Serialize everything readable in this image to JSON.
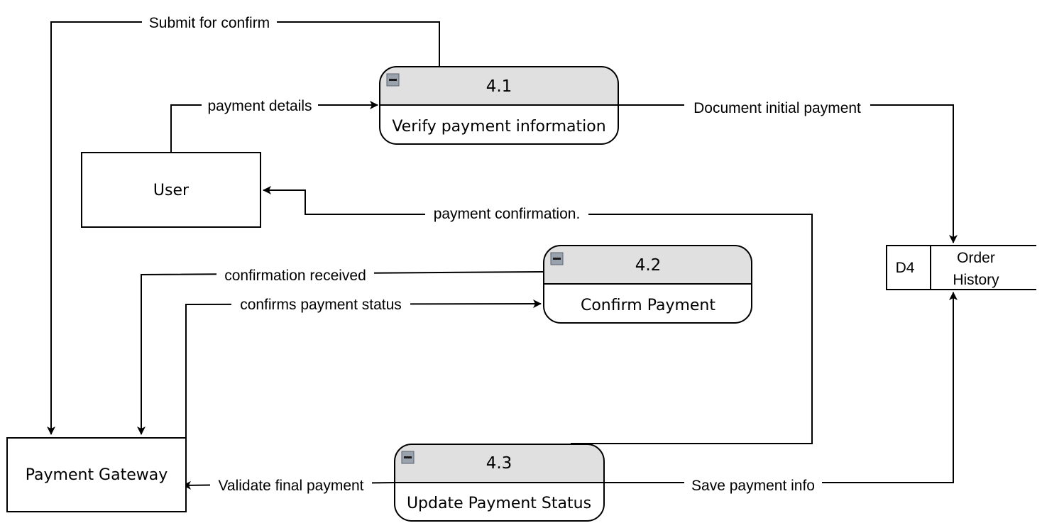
{
  "entities": {
    "user": "User",
    "payment_gateway": "Payment Gateway"
  },
  "processes": [
    {
      "number": "4.1",
      "name": "Verify payment information"
    },
    {
      "number": "4.2",
      "name": "Confirm Payment"
    },
    {
      "number": "4.3",
      "name": "Update Payment Status"
    }
  ],
  "datastore": {
    "id": "D4",
    "name_line1": "Order",
    "name_line2": "History"
  },
  "flows": {
    "submit_for_confirm": "Submit for confirm",
    "payment_details": "payment details",
    "document_initial_payment": "Document initial payment",
    "payment_confirmation": "payment confirmation.",
    "confirmation_received": "confirmation received",
    "confirms_payment_status": "confirms payment status",
    "validate_final_payment": "Validate final payment",
    "save_payment_info": "Save payment info"
  },
  "colors": {
    "process_header": "#e0e0e0",
    "collapse_icon": "#9aa2ad",
    "stroke": "#000000"
  }
}
